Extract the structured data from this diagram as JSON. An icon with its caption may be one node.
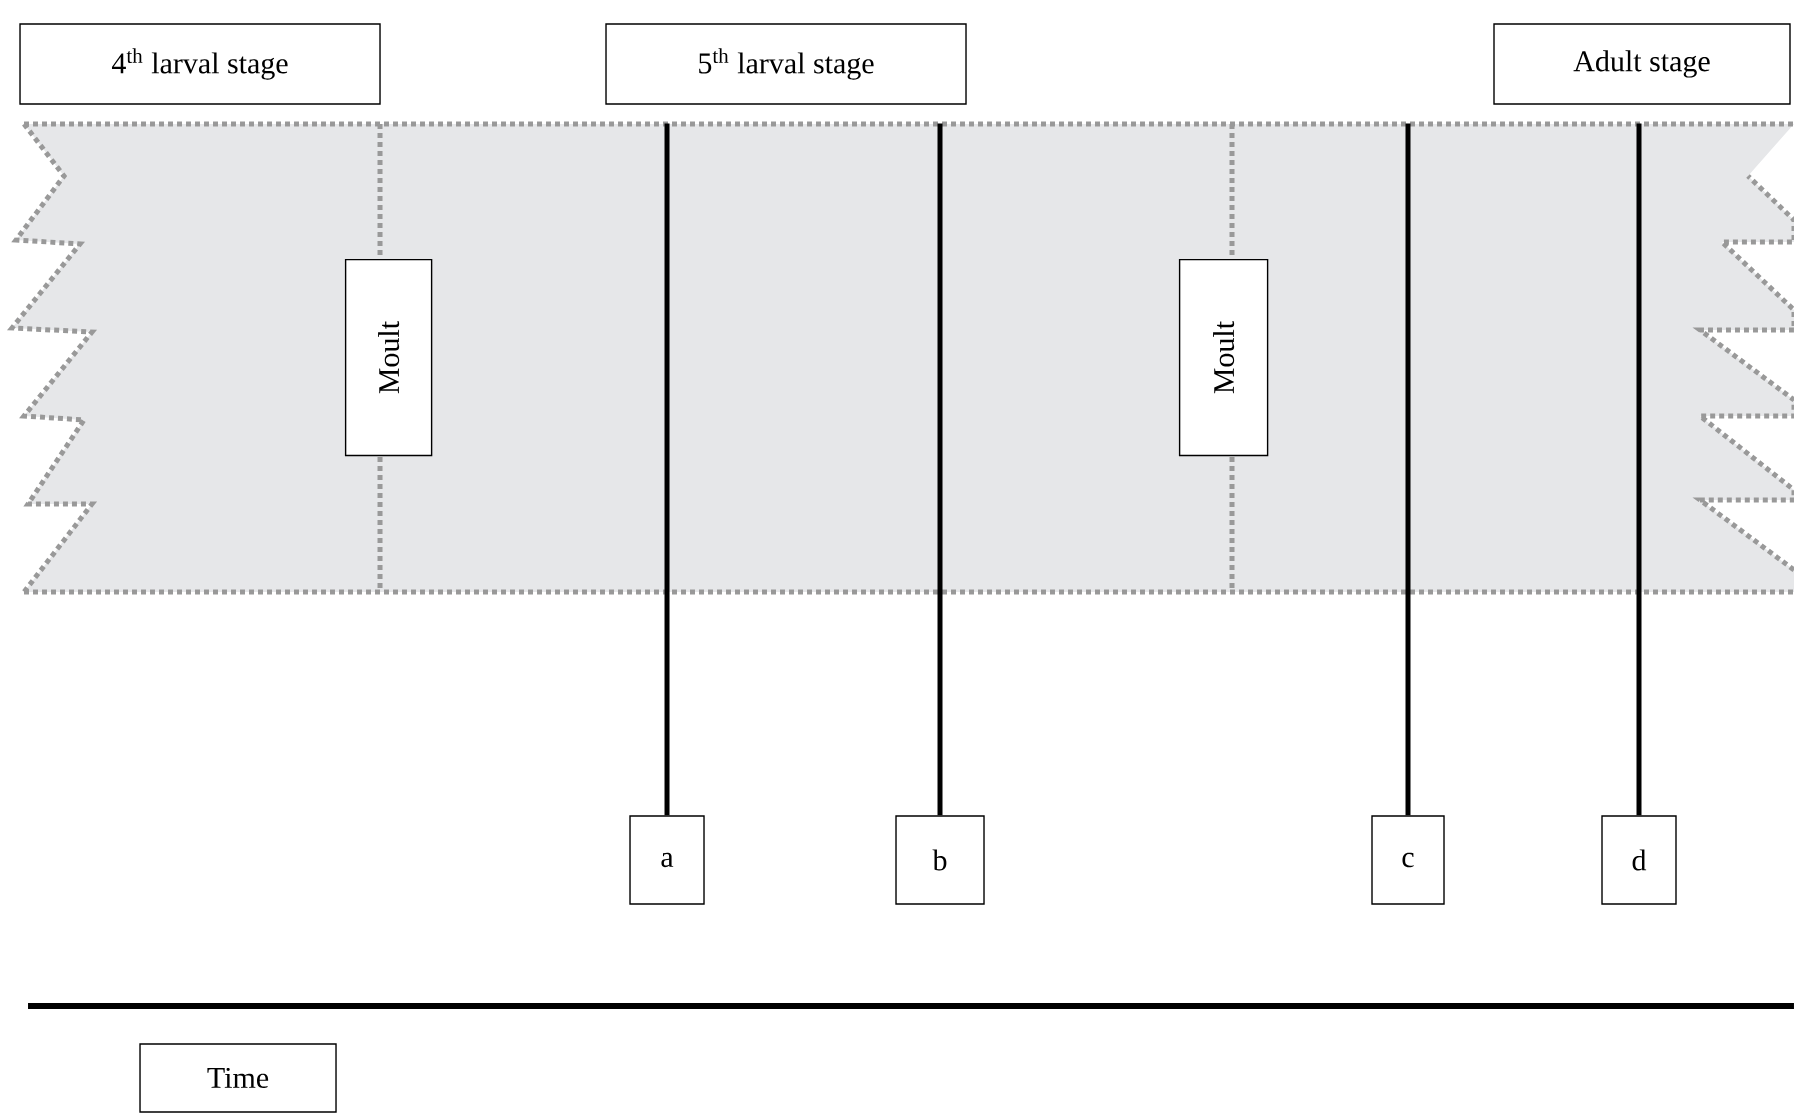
{
  "diagram": {
    "nodes": [
      {
        "text": [
          "4$^{th}$ larval stage"
        ]
      },
      {
        "text": [
          "5$^{th}$ larval stage"
        ]
      },
      {
        "text": [
          "Adult stage"
        ]
      },
      {
        "text": [],
        "shape": "band"
      },
      {
        "text": [
          "Moult"
        ],
        "in": 3
      },
      {
        "text": [
          "Moult"
        ],
        "in": 3
      },
      {
        "text": [
          "a"
        ]
      },
      {
        "text": [
          "b"
        ]
      },
      {
        "text": [
          "c"
        ]
      },
      {
        "text": [
          "d"
        ]
      },
      {
        "text": [
          "Time"
        ]
      }
    ],
    "edges": [
      {
        "from": 6,
        "to": 3,
        "arrow": "none"
      },
      {
        "from": 7,
        "to": 3,
        "arrow": "none"
      },
      {
        "from": 8,
        "to": 3,
        "arrow": "none"
      },
      {
        "from": 9,
        "to": 3,
        "arrow": "none"
      }
    ]
  }
}
